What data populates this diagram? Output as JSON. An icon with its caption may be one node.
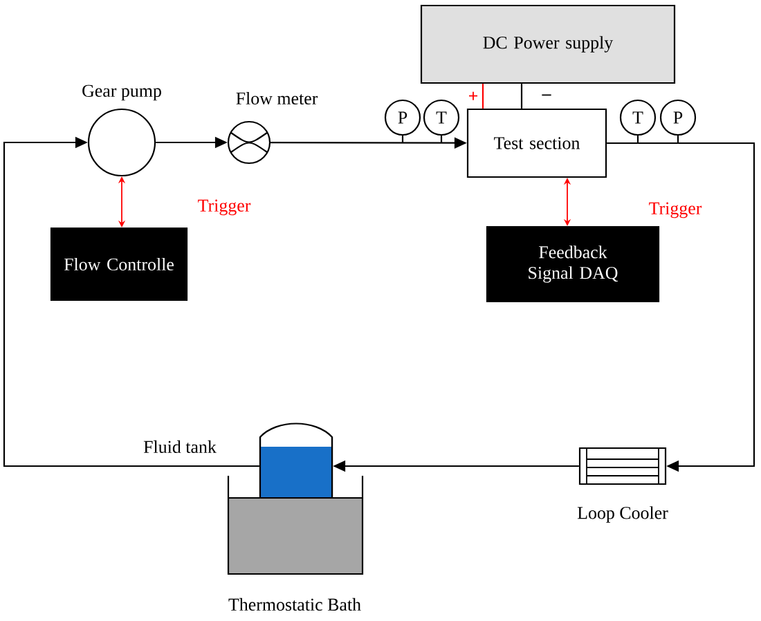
{
  "diagram": {
    "nodes": [
      {
        "text": [
          "Gear pump"
        ]
      },
      {
        "text": [
          "Flow meter"
        ]
      },
      {
        "text": [
          "P"
        ]
      },
      {
        "text": [
          "T"
        ]
      },
      {
        "text": [
          "DC Power supply"
        ]
      },
      {
        "text": [
          "Test section"
        ]
      },
      {
        "text": [
          "T"
        ]
      },
      {
        "text": [
          "P"
        ]
      },
      {
        "text": [
          "Flow Controlle"
        ]
      },
      {
        "text": [
          "Feedback Signal DAQ"
        ]
      },
      {
        "text": [
          "Loop Cooler"
        ]
      },
      {
        "text": [
          "Fluid tank"
        ]
      },
      {
        "text": [
          "Thermostatic Bath"
        ]
      }
    ],
    "edges": [
      {
        "from": 11,
        "to": 0,
        "arrow": "to"
      },
      {
        "from": 0,
        "to": 1,
        "arrow": "to"
      },
      {
        "from": 1,
        "to": 5,
        "arrow": "to"
      },
      {
        "from": 5,
        "to": 10,
        "arrow": "to"
      },
      {
        "from": 10,
        "to": 11,
        "arrow": "to"
      },
      {
        "from": 0,
        "to": 8,
        "arrow": "both",
        "label": "Trigger",
        "color": "#ff0000"
      },
      {
        "from": 5,
        "to": 9,
        "arrow": "both",
        "label": "Trigger",
        "color": "#ff0000"
      },
      {
        "from": 4,
        "to": 5,
        "arrow": "none",
        "label": "+",
        "color": "#ff0000"
      },
      {
        "from": 4,
        "to": 5,
        "arrow": "none",
        "label": "–"
      }
    ]
  }
}
